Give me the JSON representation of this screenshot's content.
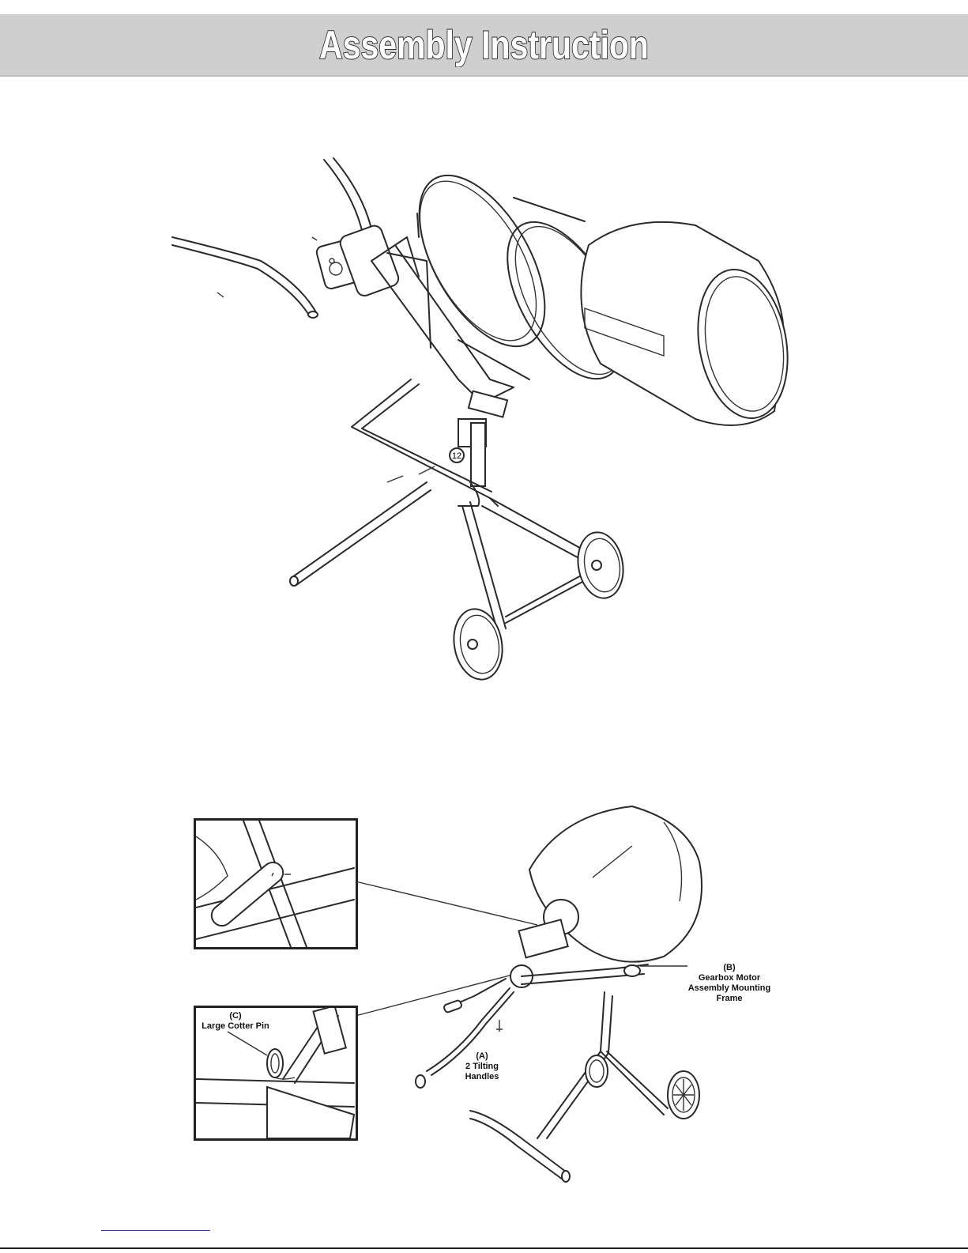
{
  "header": {
    "title": "Assembly Instruction"
  },
  "diagram_top": {
    "part_number": "12"
  },
  "diagram_bottom": {
    "label_b": "(B)",
    "label_b_text_1": "Gearbox Motor",
    "label_b_text_2": "Assembly Mounting",
    "label_b_text_3": "Frame",
    "label_a": "(A)",
    "label_a_text_1": "2 Tilting",
    "label_a_text_2": "Handles",
    "label_c": "(C)",
    "label_c_text": "Large Cotter Pin"
  }
}
